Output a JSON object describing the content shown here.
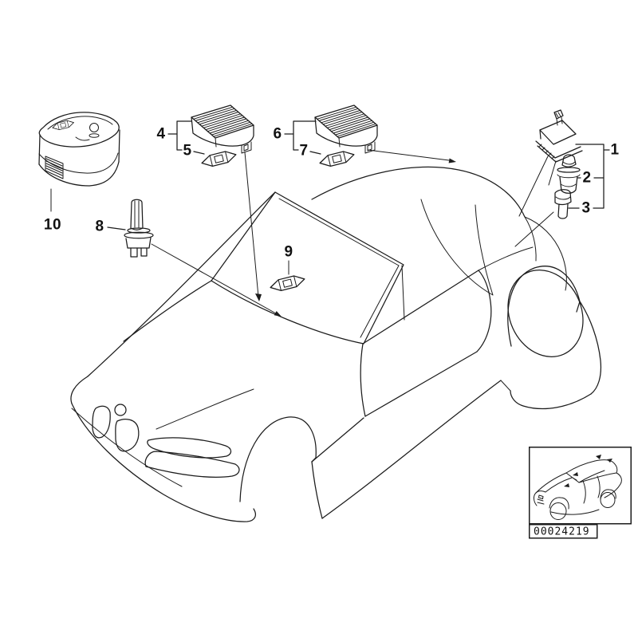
{
  "colors": {
    "background": "#ffffff",
    "line": "#1c1c1c",
    "label": "#111111"
  },
  "callouts": [
    {
      "label": "1"
    },
    {
      "label": "2"
    },
    {
      "label": "3"
    },
    {
      "label": "4"
    },
    {
      "label": "5"
    },
    {
      "label": "6"
    },
    {
      "label": "7"
    },
    {
      "label": "8"
    },
    {
      "label": "9"
    },
    {
      "label": "10"
    }
  ],
  "footer": {
    "part_number": "00024219"
  }
}
